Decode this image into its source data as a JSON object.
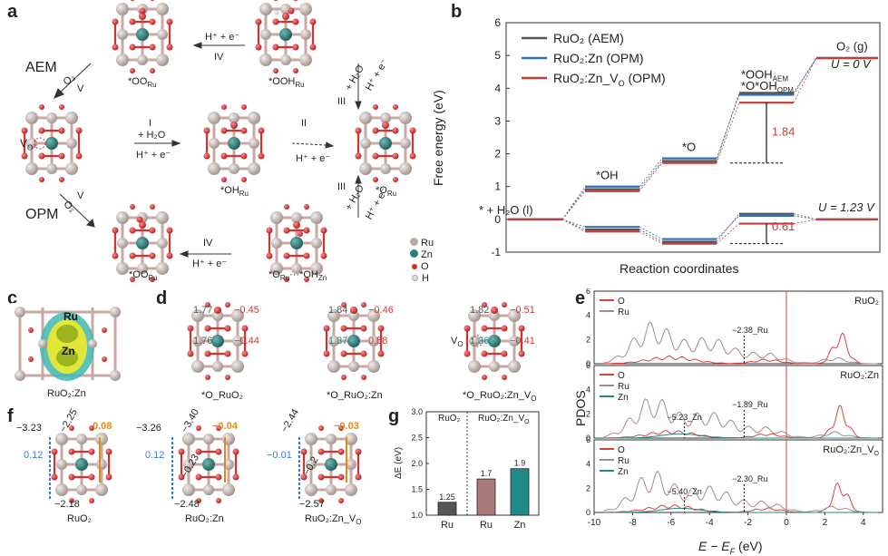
{
  "panels": {
    "a": {
      "letter": "a",
      "mech_labels": {
        "aem": "AEM",
        "opm": "OPM"
      },
      "structure_labels": [
        {
          "text": "*OO",
          "sub": "Ru"
        },
        {
          "text": "*OOH",
          "sub": "Ru"
        },
        {
          "text": "*OH",
          "sub": "Ru"
        },
        {
          "text": "*O",
          "sub": "Ru"
        },
        {
          "text": "*OO",
          "sub": "Ru"
        },
        {
          "text": "*O",
          "sub": "Ru",
          "text2": "···*OH",
          "sub2": "Zn"
        }
      ],
      "vo": "V",
      "vo_sub": "O",
      "steps": {
        "I": "I",
        "II": "II",
        "III_top": "III",
        "III_bottom": "III",
        "IV_top": "IV",
        "IV_bottom": "IV",
        "V_top": "V",
        "V_bottom": "V"
      },
      "step_text": {
        "h_e": "H⁺ + e⁻",
        "h2o": "+ H₂O",
        "o2": "O₂"
      },
      "legend": [
        {
          "name": "Ru",
          "color": "#b8aaa5"
        },
        {
          "name": "Zn",
          "color": "#2e7d7a"
        },
        {
          "name": "O",
          "color": "#d42a2a"
        },
        {
          "name": "H",
          "color": "#e8e8e8"
        }
      ]
    },
    "b": {
      "letter": "b",
      "ylabel": "Free energy (eV)",
      "xlabel": "Reaction coordinates",
      "legend": [
        {
          "name": "RuO₂ (AEM)",
          "color": "#555555"
        },
        {
          "name": "RuO₂:Zn (OPM)",
          "color": "#2f6db5"
        },
        {
          "name": "RuO₂:Zn_V",
          "sub": "O",
          "tail": " (OPM)",
          "color": "#c93a3a"
        }
      ],
      "annotations": {
        "start": "* + H₂O (l)",
        "oh": "*OH",
        "o": "*O",
        "oohaem": "*OOH",
        "oohaem_sub": "AEM",
        "oohopm": "*O*OH",
        "oohopm_sub": "OPM",
        "o2": "O₂ (g)",
        "u0": "U = 0 V",
        "u123": "U = 1.23 V",
        "gap1": "1.84",
        "gap2": "0.61"
      },
      "yticks": [
        "-1",
        "0",
        "1",
        "2",
        "3",
        "4",
        "5",
        "6"
      ]
    },
    "c": {
      "letter": "c",
      "caption": "RuO₂:Zn",
      "ru": "Ru",
      "zn": "Zn"
    },
    "d": {
      "letter": "d",
      "structures": [
        {
          "caption": "*O_RuO₂",
          "top_left": "1.77",
          "top_right": "−0.45",
          "mid_left": "1.76",
          "mid_right": "−0.44"
        },
        {
          "caption": "*O_RuO₂:Zn",
          "top_left": "1.84",
          "top_right": "−0.46",
          "mid_left": "1.37",
          "mid_right": "0.58"
        },
        {
          "caption": "*O_RuO₂:Zn_V",
          "caption_sub": "O",
          "top_left": "1.82",
          "top_right": "−0.51",
          "mid_left": "1.36",
          "mid_right": "−0.41",
          "vo": "V",
          "vo_sub": "O"
        }
      ]
    },
    "e": {
      "letter": "e",
      "ylabel": "PDOS",
      "xlabel_main": "E − E",
      "xlabel_sub": "F",
      "xlabel_unit": " (eV)",
      "xticks": [
        "-10",
        "-8",
        "-6",
        "-4",
        "-2",
        "0",
        "2",
        "4"
      ],
      "subplots": [
        {
          "title": "RuO₂",
          "legend": [
            "O",
            "Ru"
          ],
          "annot": "−2.38_Ru"
        },
        {
          "title": "RuO₂:Zn",
          "legend": [
            "O",
            "Ru",
            "Zn"
          ],
          "annot": "−1.89_Ru",
          "annot2": "−5.23_Zn"
        },
        {
          "title": "RuO₂:Zn_V",
          "title_sub": "O",
          "legend": [
            "O",
            "Ru",
            "Zn"
          ],
          "annot": "−2.30_Ru",
          "annot2": "−5.40_Zn"
        }
      ],
      "yticks": [
        "0",
        "2",
        "4",
        "6"
      ]
    },
    "f": {
      "letter": "f",
      "structures": [
        {
          "caption": "RuO₂",
          "a": "−3.23",
          "b": "−2.25",
          "c": "0.08",
          "d": "0.12",
          "e": "−2.18"
        },
        {
          "caption": "RuO₂:Zn",
          "a": "−3.26",
          "b": "−3.40",
          "c": "−0.04",
          "d": "0.12",
          "e": "−2.48",
          "f": "−0.23"
        },
        {
          "caption": "RuO₂:Zn_V",
          "caption_sub": "O",
          "a": "−2.44",
          "c": "−0.03",
          "d": "−0.01",
          "e": "−2.57",
          "f": "−0.2"
        }
      ]
    },
    "g": {
      "letter": "g",
      "ylabel": "ΔE (eV)",
      "group1": "RuO₂",
      "group2": "RuO₂:Zn_V",
      "group2_sub": "O",
      "yticks": [
        "1.0",
        "1.5",
        "2.0",
        "2.5",
        "3.0"
      ]
    }
  },
  "chart_data": [
    {
      "type": "line",
      "title": "",
      "xlabel": "Reaction coordinates",
      "ylabel": "Free energy (eV)",
      "ylim": [
        -1,
        6
      ],
      "x": [
        "* + H₂O (l)",
        "*OH",
        "*O",
        "*OOH / *O*OH",
        "O₂ (g)"
      ],
      "series": [
        {
          "name": "RuO₂ (AEM)",
          "values": [
            0,
            0.92,
            1.78,
            3.86,
            4.92
          ]
        },
        {
          "name": "RuO₂:Zn (OPM)",
          "values": [
            0,
            1.0,
            1.86,
            3.8,
            4.92
          ]
        },
        {
          "name": "RuO₂:Zn_VO (OPM)",
          "values": [
            0,
            0.86,
            1.72,
            3.56,
            4.92
          ]
        }
      ],
      "series_u123": [
        {
          "name": "RuO₂ (AEM)",
          "values": [
            0,
            -0.31,
            -0.68,
            0.17,
            0
          ]
        },
        {
          "name": "RuO₂:Zn (OPM)",
          "values": [
            0,
            -0.23,
            -0.6,
            0.11,
            0
          ]
        },
        {
          "name": "RuO₂:Zn_VO (OPM)",
          "values": [
            0,
            -0.37,
            -0.74,
            -0.13,
            0
          ]
        }
      ]
    },
    {
      "type": "bar",
      "title": "",
      "ylabel": "ΔE (eV)",
      "ylim": [
        1.0,
        3.0
      ],
      "categories": [
        "Ru",
        "Ru",
        "Zn"
      ],
      "values": [
        1.25,
        1.7,
        1.9
      ],
      "colors": [
        "#555555",
        "#a87a7a",
        "#1f8a86"
      ]
    }
  ]
}
